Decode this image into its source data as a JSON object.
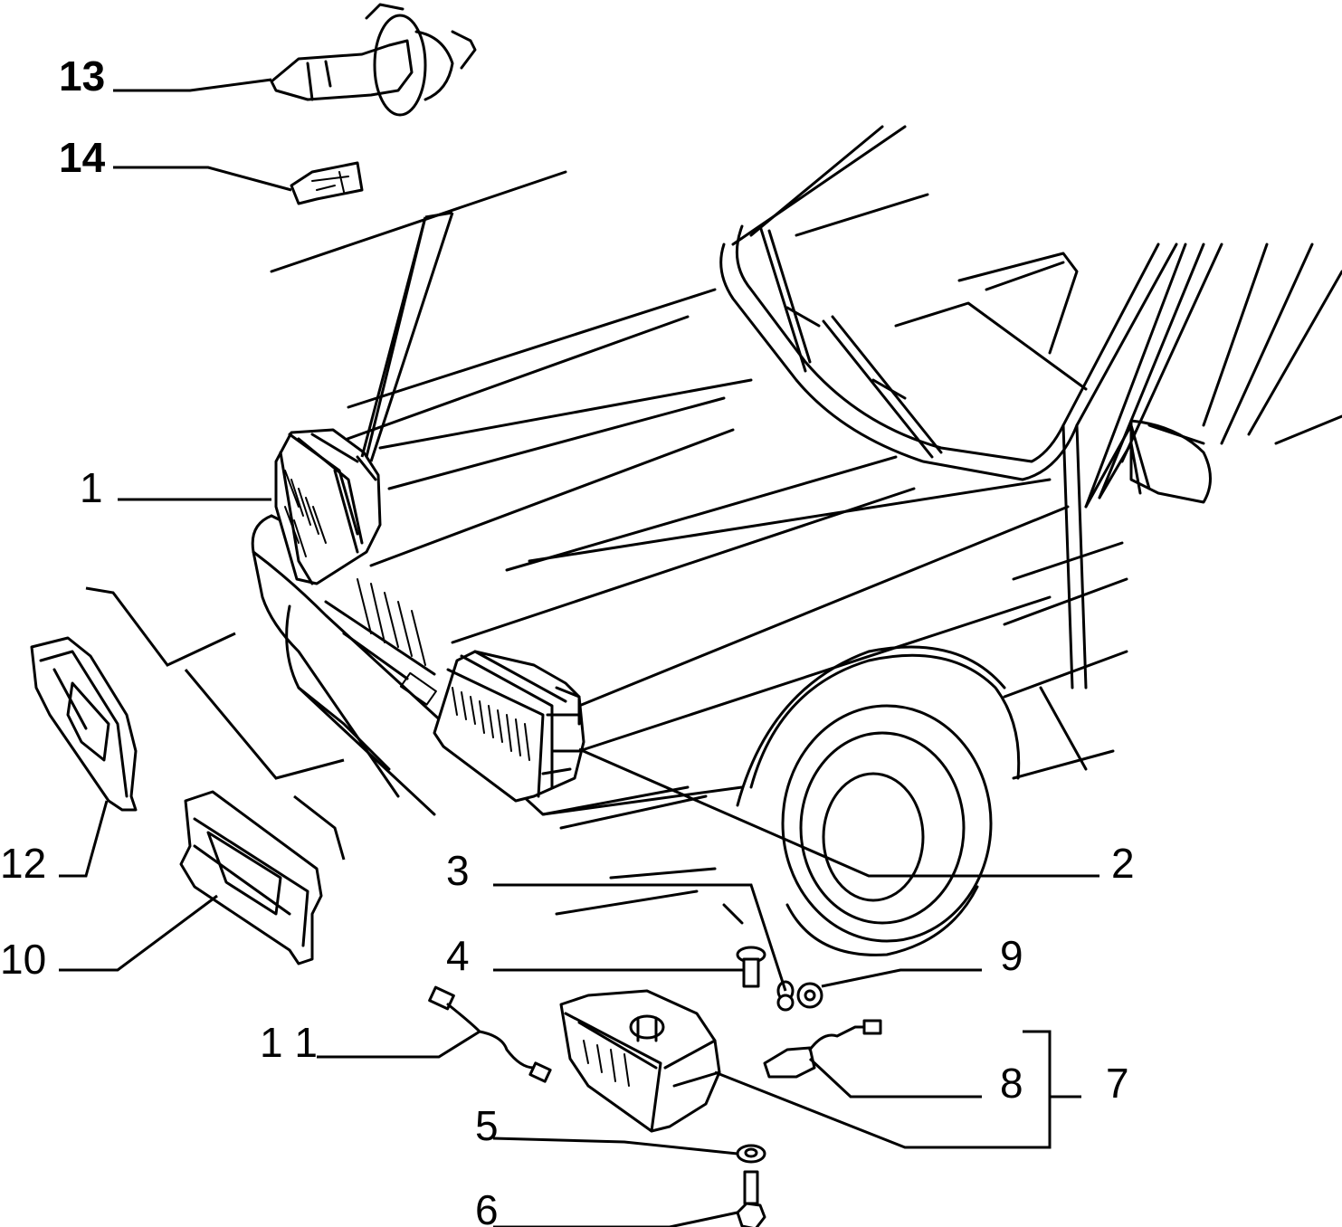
{
  "callouts": {
    "c1": "1",
    "c2": "2",
    "c3": "3",
    "c4": "4",
    "c5": "5",
    "c6": "6",
    "c7": "7",
    "c8": "8",
    "c9": "9",
    "c10": "10",
    "c11": "1 1",
    "c12": "12",
    "c13": "13",
    "c14": "14"
  }
}
